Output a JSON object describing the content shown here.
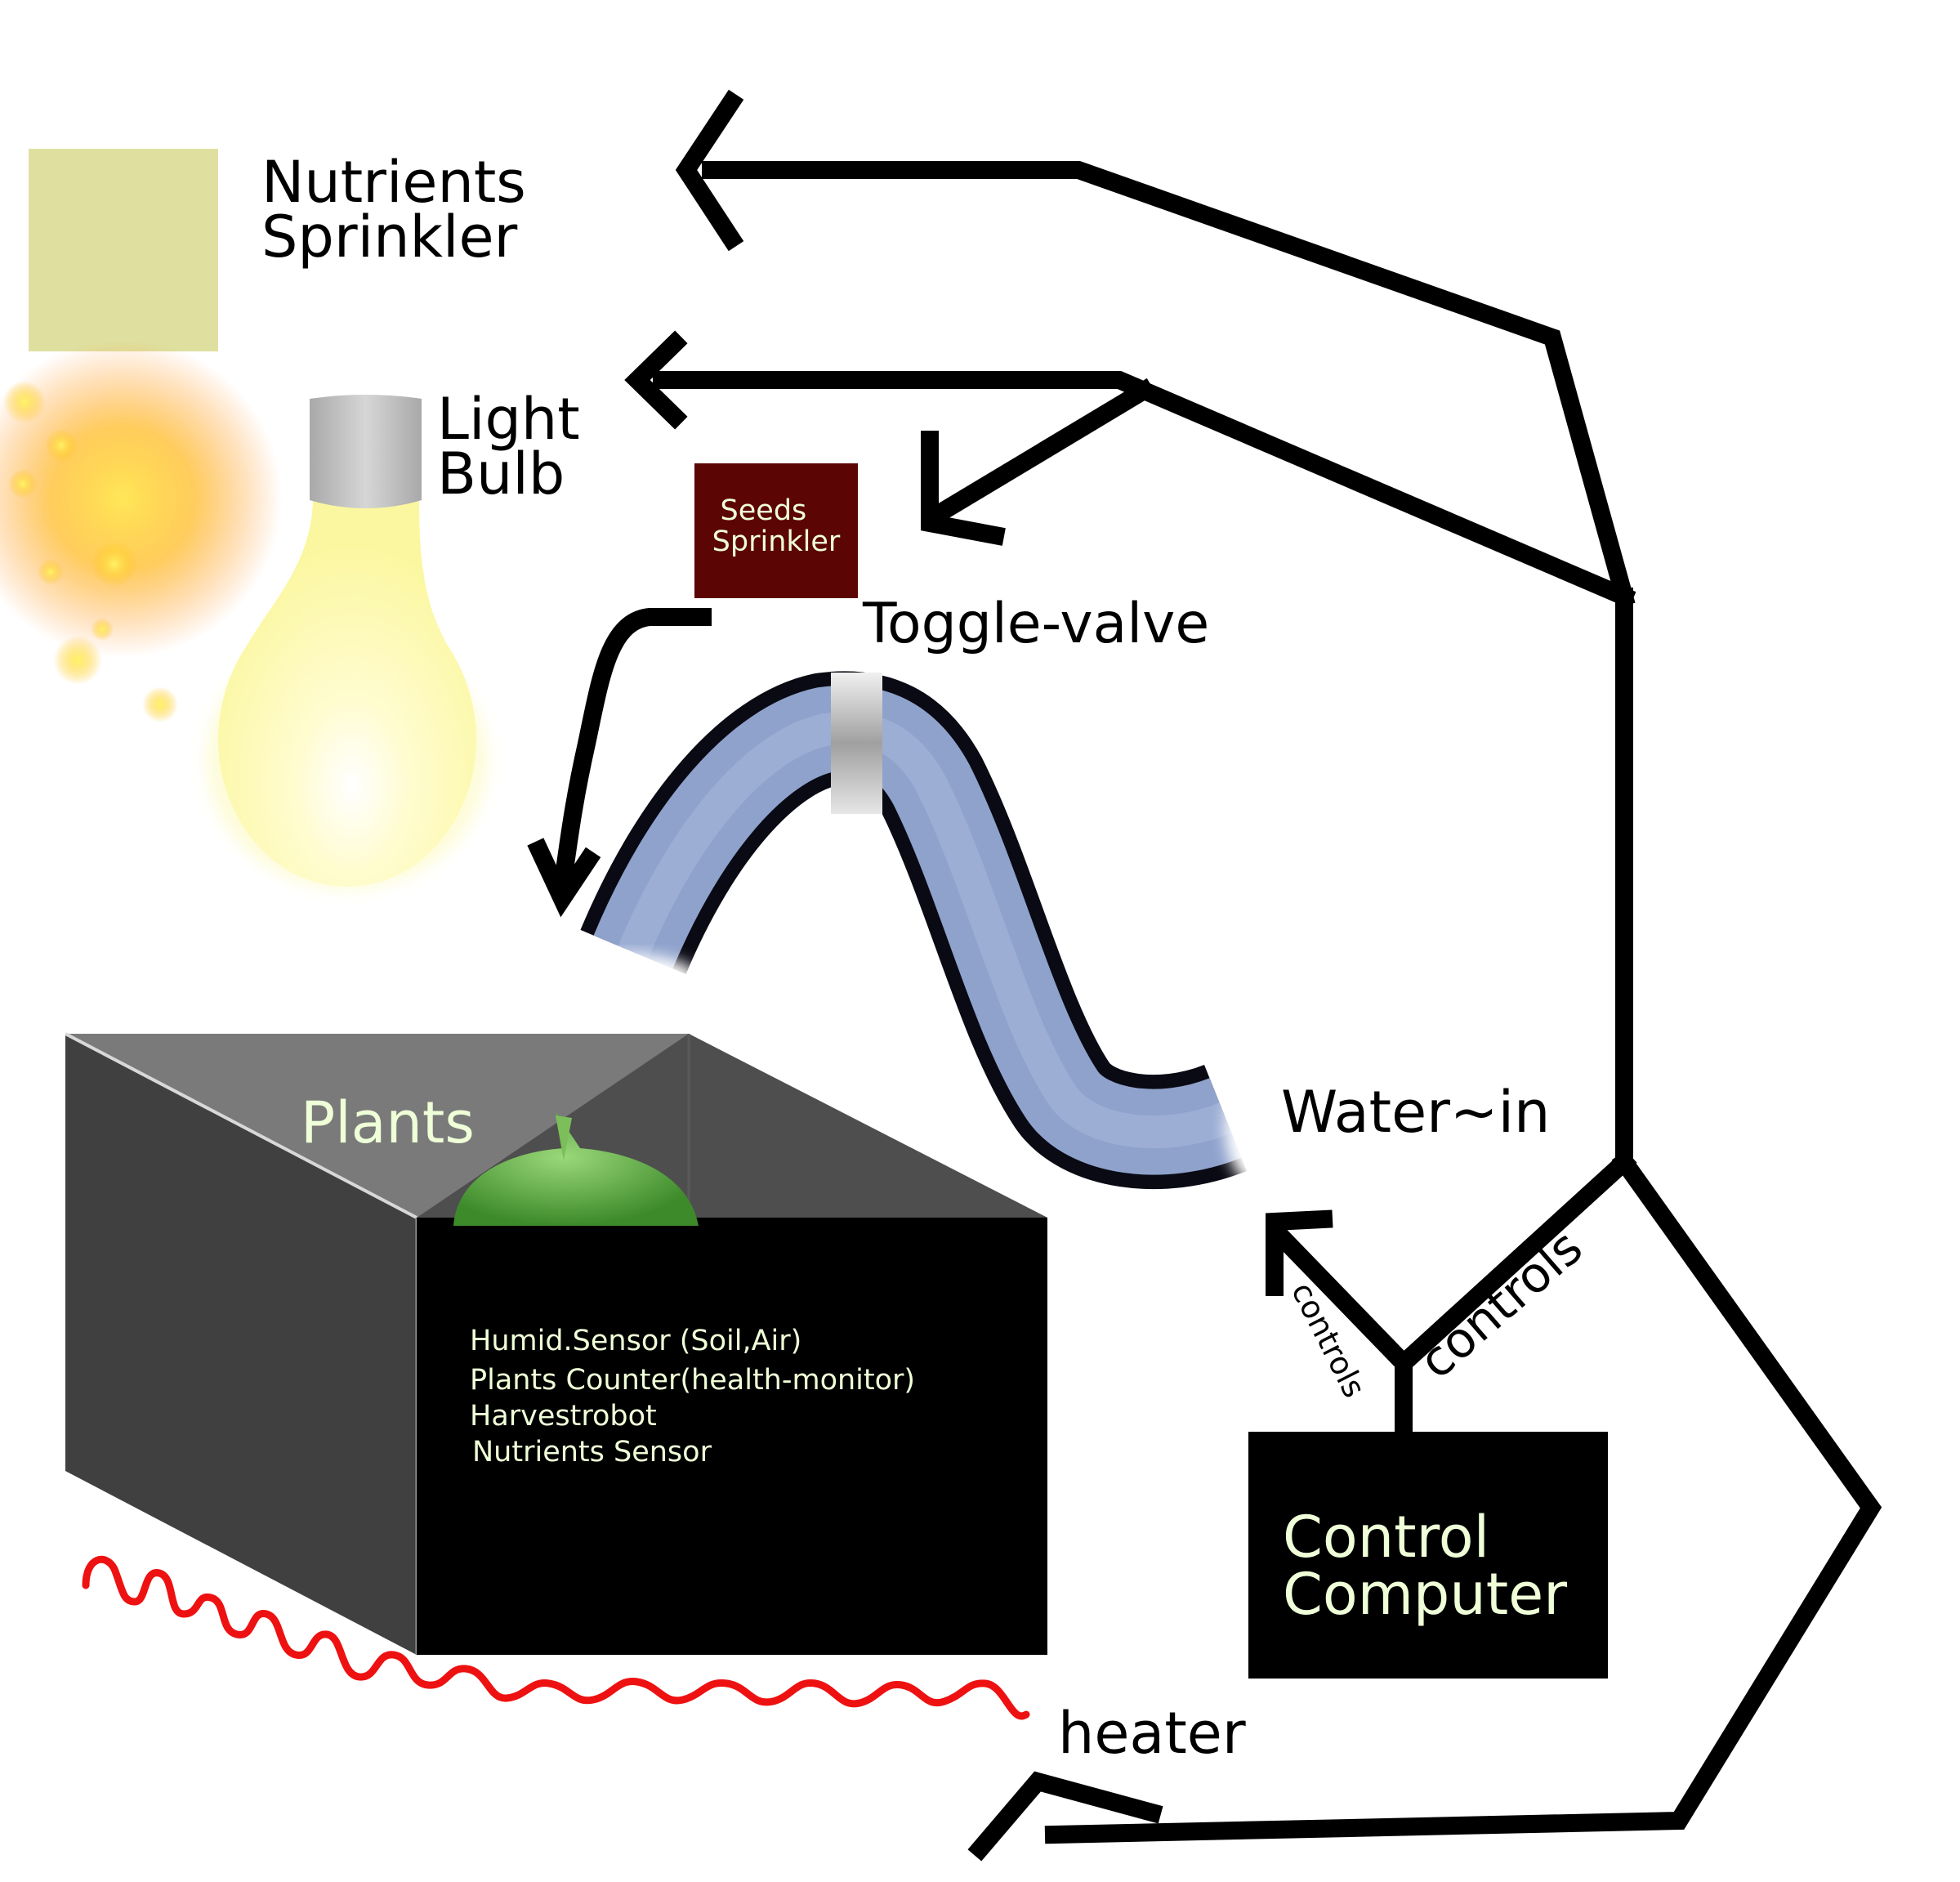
{
  "labels": {
    "nutrients_sprinkler": [
      "Nutrients",
      "Sprinkler"
    ],
    "light_bulb": [
      "Light",
      "Bulb"
    ],
    "seeds_sprinkler": [
      "Seeds",
      "Sprinkler"
    ],
    "toggle_valve": "Toggle-valve",
    "water_in": "Water~in",
    "plants": "Plants",
    "box_sensors": [
      "Humid.Sensor (Soil,Air)",
      "Plants Counter(health-monitor)",
      "Harvestrobot",
      "Nutrients Sensor"
    ],
    "control_computer": [
      "Control",
      "Computer"
    ],
    "controls_left": "controls",
    "controls_right": "controls",
    "heater": "heater"
  },
  "colors": {
    "nutrients_box": "#dfe0a0",
    "seeds_box": "#5b0505",
    "computer_box": "#000000",
    "computer_text": "#efffd8",
    "pipe_water": "#8ea2cc",
    "pipe_outline": "#0a0a14",
    "plant_box_front": "#000000",
    "plant_box_side": "#464646",
    "heater_wave": "#ee1111",
    "bulb_glow": "#fffbb0",
    "bulb_cap": "#c4c4c4",
    "sun_glow": "#ffb000"
  },
  "icons": {
    "light": "light-bulb-icon",
    "sun": "sun-glow-icon",
    "plant": "plant-icon",
    "heater": "heater-wave-icon"
  }
}
